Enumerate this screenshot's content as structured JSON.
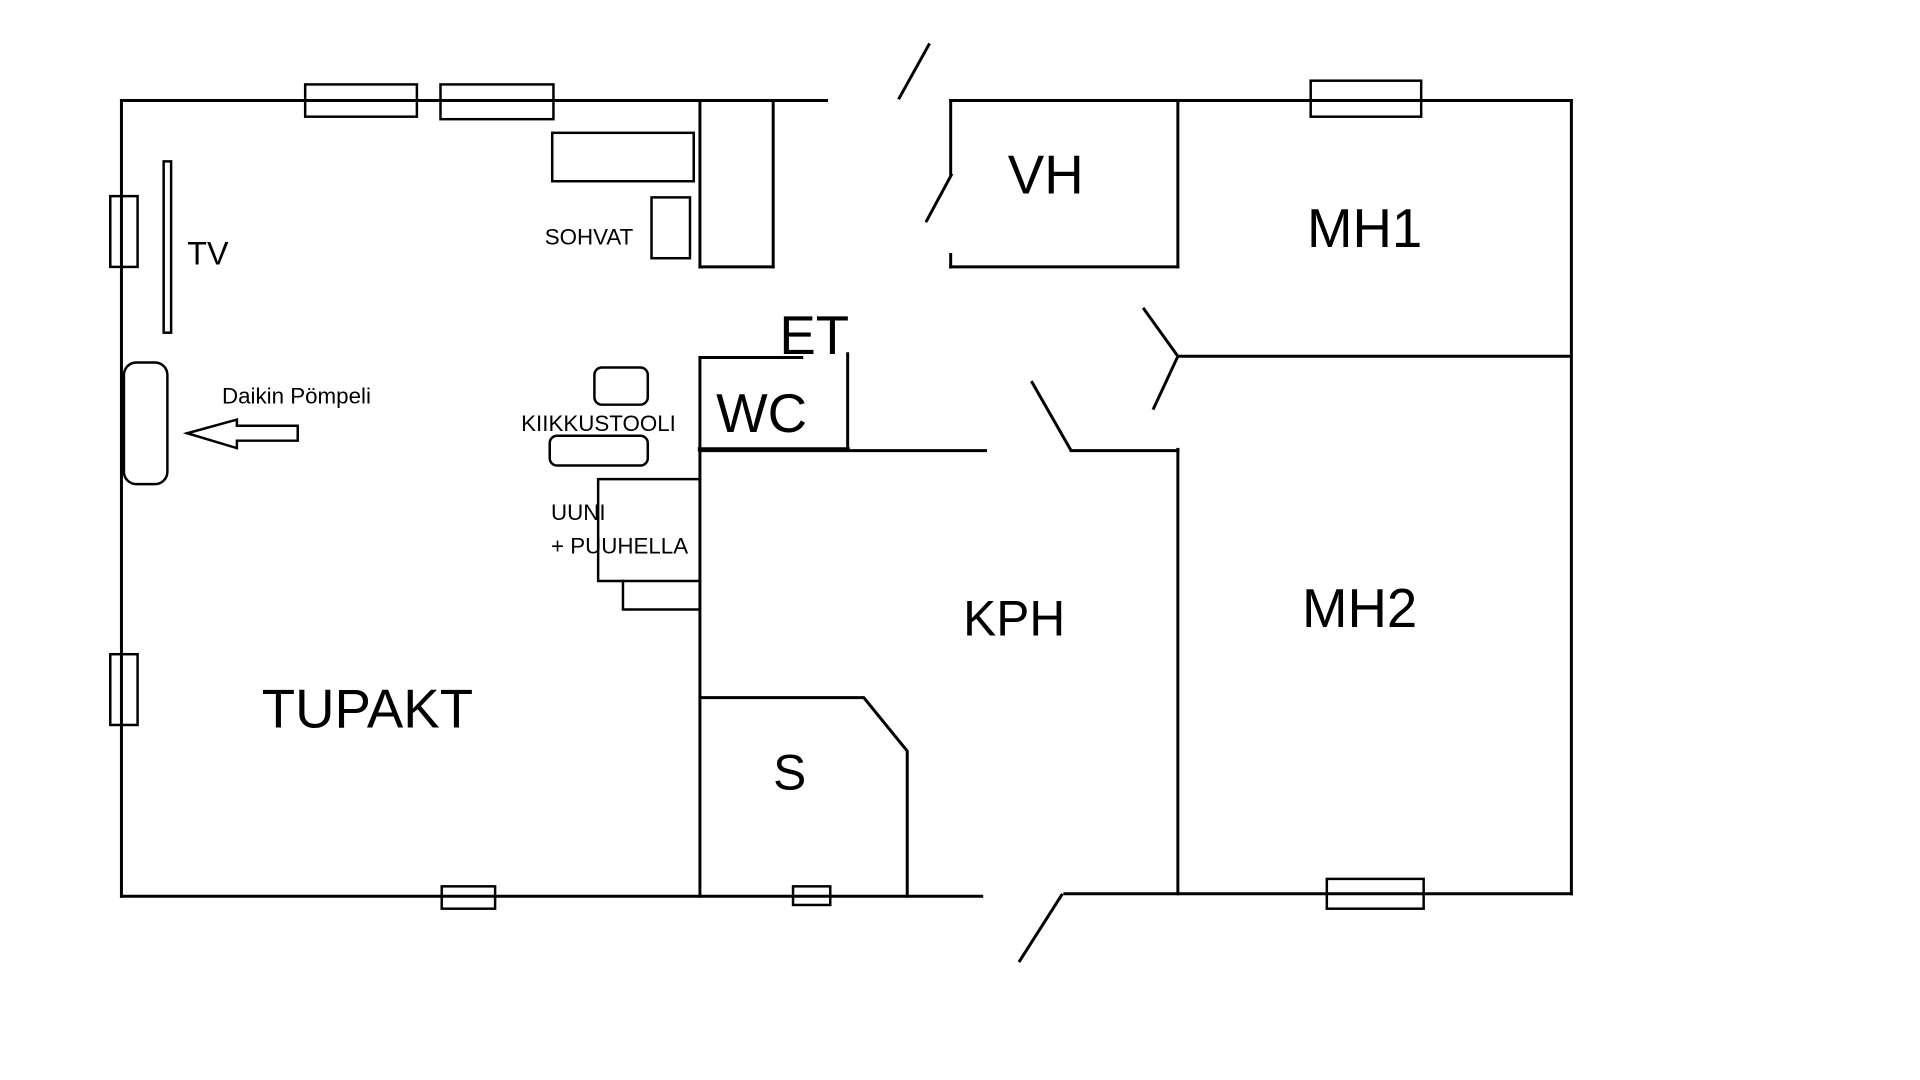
{
  "rooms": {
    "tupakt": "TUPAKT",
    "kph": "KPH",
    "mh1": "MH1",
    "mh2": "MH2",
    "vh": "VH",
    "wc": "WC",
    "et": "ET",
    "s": "S"
  },
  "furniture": {
    "tv": "TV",
    "sohvat": "SOHVAT",
    "daikin": "Daikin Pömpeli",
    "kiikkustooli": "KIIKKUSTOOLI",
    "uuni_line1": "UUNI",
    "uuni_line2": "+ PUUHELLA"
  },
  "colors": {
    "line": "#000000",
    "background": "#ffffff"
  }
}
